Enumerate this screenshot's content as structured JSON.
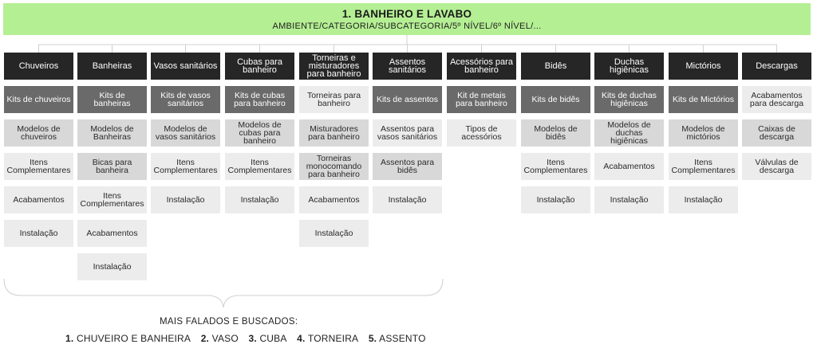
{
  "header": {
    "title": "1. BANHEIRO E LAVABO",
    "subtitle": "AMBIENTE/CATEGORIA/SUBCATEGORIA/5º NÍVEL/6º NÍVEL/..."
  },
  "columns": [
    {
      "title": "Chuveiros",
      "items": [
        {
          "label": "Kits de chuveiros",
          "tone": "dark"
        },
        {
          "label": "Modelos de chuveiros",
          "tone": "mid"
        },
        {
          "label": "Itens Complementares",
          "tone": "light"
        },
        {
          "label": "Acabamentos",
          "tone": "light"
        },
        {
          "label": "Instalação",
          "tone": "light"
        }
      ]
    },
    {
      "title": "Banheiras",
      "items": [
        {
          "label": "Kits de banheiras",
          "tone": "dark"
        },
        {
          "label": "Modelos de Banheiras",
          "tone": "mid"
        },
        {
          "label": "Bicas para banheira",
          "tone": "mid"
        },
        {
          "label": "Itens Complementares",
          "tone": "light"
        },
        {
          "label": "Acabamentos",
          "tone": "light"
        },
        {
          "label": "Instalação",
          "tone": "light"
        }
      ]
    },
    {
      "title": "Vasos sanitários",
      "items": [
        {
          "label": "Kits de vasos sanitários",
          "tone": "dark"
        },
        {
          "label": "Modelos de vasos sanitários",
          "tone": "mid"
        },
        {
          "label": "Itens Complementares",
          "tone": "light"
        },
        {
          "label": "Instalação",
          "tone": "light"
        }
      ]
    },
    {
      "title": "Cubas para banheiro",
      "items": [
        {
          "label": "Kits de cubas para banheiro",
          "tone": "dark"
        },
        {
          "label": "Modelos de cubas para banheiro",
          "tone": "mid",
          "lines": 3
        },
        {
          "label": "Itens Complementares",
          "tone": "light"
        },
        {
          "label": "Instalação",
          "tone": "light"
        }
      ]
    },
    {
      "title": "Torneiras e misturadores para banheiro",
      "items": [
        {
          "label": "Torneiras para banheiro",
          "tone": "light"
        },
        {
          "label": "Misturadores para banheiro",
          "tone": "mid"
        },
        {
          "label": "Torneiras monocomando para banheiro",
          "tone": "mid",
          "lines": 3
        },
        {
          "label": "Acabamentos",
          "tone": "light"
        },
        {
          "label": "Instalação",
          "tone": "light"
        }
      ]
    },
    {
      "title": "Assentos sanitários",
      "items": [
        {
          "label": "Kits de assentos",
          "tone": "dark"
        },
        {
          "label": "Assentos para vasos sanitários",
          "tone": "light"
        },
        {
          "label": "Assentos para bidês",
          "tone": "mid"
        },
        {
          "label": "Instalação",
          "tone": "light"
        }
      ]
    },
    {
      "title": "Acessórios para banheiro",
      "items": [
        {
          "label": "Kit de metais para banheiro",
          "tone": "dark"
        },
        {
          "label": "Tipos de acessórios",
          "tone": "light"
        }
      ]
    },
    {
      "title": "Bidês",
      "items": [
        {
          "label": "Kits de bidês",
          "tone": "dark"
        },
        {
          "label": "Modelos de bidês",
          "tone": "mid"
        },
        {
          "label": "Itens Complementares",
          "tone": "light"
        },
        {
          "label": "Instalação",
          "tone": "light"
        }
      ]
    },
    {
      "title": "Duchas higiênicas",
      "items": [
        {
          "label": "Kits de duchas higiênicas",
          "tone": "dark"
        },
        {
          "label": "Modelos de duchas higiênicas",
          "tone": "mid",
          "lines": 3
        },
        {
          "label": "Acabamentos",
          "tone": "light"
        },
        {
          "label": "Instalação",
          "tone": "light"
        }
      ]
    },
    {
      "title": "Mictórios",
      "items": [
        {
          "label": "Kits de Mictórios",
          "tone": "dark"
        },
        {
          "label": "Modelos de mictórios",
          "tone": "mid"
        },
        {
          "label": "Itens Complementares",
          "tone": "light"
        },
        {
          "label": "Instalação",
          "tone": "light"
        }
      ]
    },
    {
      "title": "Descargas",
      "items": [
        {
          "label": "Acabamentos para descarga",
          "tone": "light"
        },
        {
          "label": "Caixas de descarga",
          "tone": "mid"
        },
        {
          "label": "Válvulas de descarga",
          "tone": "light"
        }
      ]
    }
  ],
  "footer": {
    "title": "MAIS FALADOS E BUSCADOS:",
    "items": [
      {
        "num": "1.",
        "label": "CHUVEIRO E BANHEIRA"
      },
      {
        "num": "2.",
        "label": "VASO"
      },
      {
        "num": "3.",
        "label": "CUBA"
      },
      {
        "num": "4.",
        "label": "TORNEIRA"
      },
      {
        "num": "5.",
        "label": "ASSENTO"
      }
    ]
  },
  "colors": {
    "header_bg": "#b5ef94",
    "category_bg": "#262626",
    "kit_bg": "#6a6a6a",
    "model_bg": "#d8d8d8",
    "other_bg": "#ececec"
  }
}
